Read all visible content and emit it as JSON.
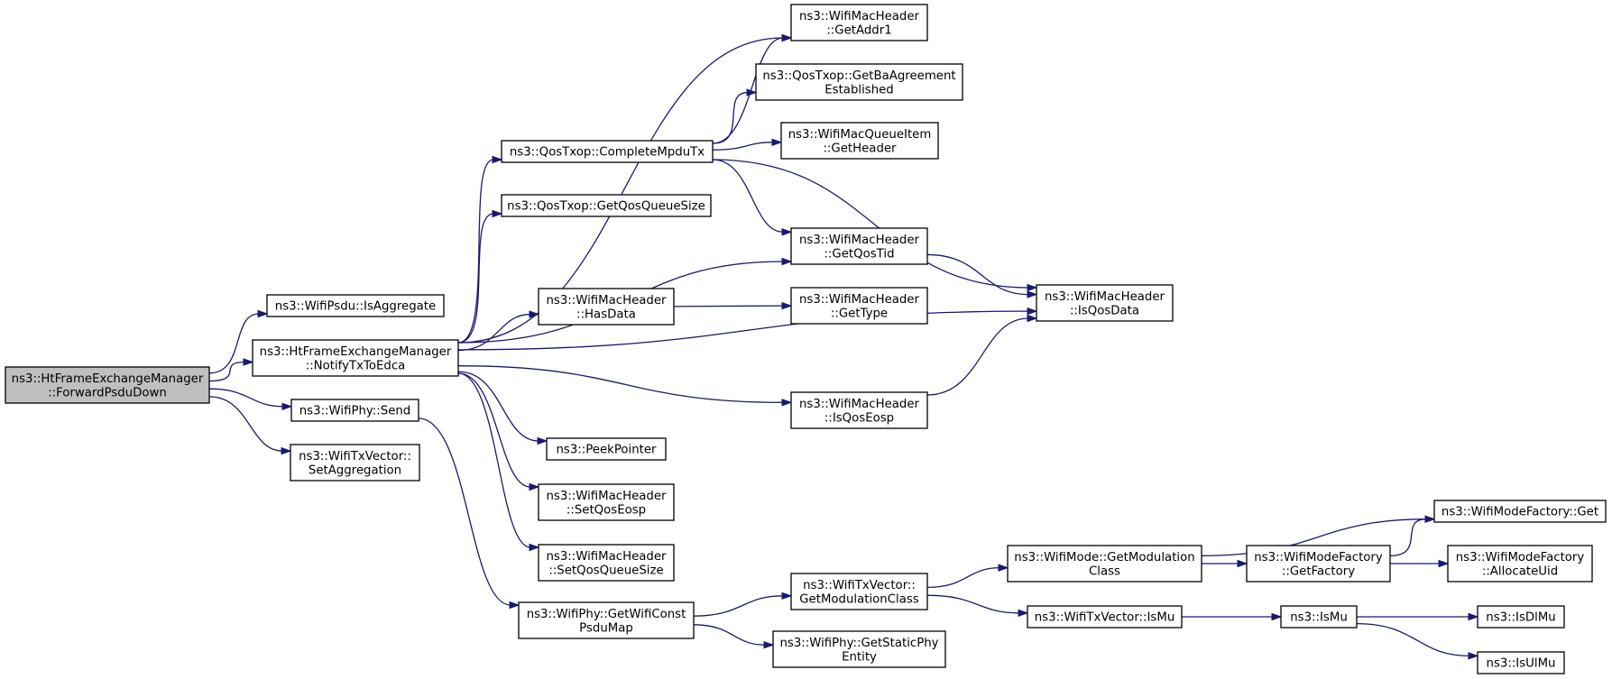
{
  "colors": {
    "edge": "#191970",
    "node_fill": "#ffffff",
    "root_fill": "#bfbfbf",
    "border": "#000000"
  },
  "nodes": [
    {
      "id": "forward",
      "lines": [
        "ns3::HtFrameExchangeManager",
        "::ForwardPsduDown"
      ],
      "root": true
    },
    {
      "id": "isagg",
      "lines": [
        "ns3::WifiPsdu::IsAggregate"
      ]
    },
    {
      "id": "notify",
      "lines": [
        "ns3::HtFrameExchangeManager",
        "::NotifyTxToEdca"
      ]
    },
    {
      "id": "send",
      "lines": [
        "ns3::WifiPhy::Send"
      ]
    },
    {
      "id": "setagg",
      "lines": [
        "ns3::WifiTxVector::",
        "SetAggregation"
      ]
    },
    {
      "id": "complete",
      "lines": [
        "ns3::QosTxop::CompleteMpduTx"
      ]
    },
    {
      "id": "getqsize",
      "lines": [
        "ns3::QosTxop::GetQosQueueSize"
      ]
    },
    {
      "id": "hasdata",
      "lines": [
        "ns3::WifiMacHeader",
        "::HasData"
      ]
    },
    {
      "id": "peek",
      "lines": [
        "ns3::PeekPointer"
      ]
    },
    {
      "id": "setqeosp",
      "lines": [
        "ns3::WifiMacHeader",
        "::SetQosEosp"
      ]
    },
    {
      "id": "setqqs",
      "lines": [
        "ns3::WifiMacHeader",
        "::SetQosQueueSize"
      ]
    },
    {
      "id": "getconst",
      "lines": [
        "ns3::WifiPhy::GetWifiConst",
        "PsduMap"
      ]
    },
    {
      "id": "addr1",
      "lines": [
        "ns3::WifiMacHeader",
        "::GetAddr1"
      ]
    },
    {
      "id": "getba",
      "lines": [
        "ns3::QosTxop::GetBaAgreement",
        "Established"
      ]
    },
    {
      "id": "getheader",
      "lines": [
        "ns3::WifiMacQueueItem",
        "::GetHeader"
      ]
    },
    {
      "id": "gettid",
      "lines": [
        "ns3::WifiMacHeader",
        "::GetQosTid"
      ]
    },
    {
      "id": "gettype",
      "lines": [
        "ns3::WifiMacHeader",
        "::GetType"
      ]
    },
    {
      "id": "isqeosp",
      "lines": [
        "ns3::WifiMacHeader",
        "::IsQosEosp"
      ]
    },
    {
      "id": "getmodcls",
      "lines": [
        "ns3::WifiTxVector::",
        "GetModulationClass"
      ]
    },
    {
      "id": "getstatic",
      "lines": [
        "ns3::WifiPhy::GetStaticPhy",
        "Entity"
      ]
    },
    {
      "id": "isqdata",
      "lines": [
        "ns3::WifiMacHeader",
        "::IsQosData"
      ]
    },
    {
      "id": "modecls",
      "lines": [
        "ns3::WifiMode::GetModulation",
        "Class"
      ]
    },
    {
      "id": "txismu",
      "lines": [
        "ns3::WifiTxVector::IsMu"
      ]
    },
    {
      "id": "getfactory",
      "lines": [
        "ns3::WifiModeFactory",
        "::GetFactory"
      ]
    },
    {
      "id": "ismu",
      "lines": [
        "ns3::IsMu"
      ]
    },
    {
      "id": "mfget",
      "lines": [
        "ns3::WifiModeFactory::Get"
      ]
    },
    {
      "id": "alloc",
      "lines": [
        "ns3::WifiModeFactory",
        "::AllocateUid"
      ]
    },
    {
      "id": "isdlmu",
      "lines": [
        "ns3::IsDlMu"
      ]
    },
    {
      "id": "isulmu",
      "lines": [
        "ns3::IsUlMu"
      ]
    }
  ],
  "edges": [
    [
      "forward",
      "isagg"
    ],
    [
      "forward",
      "notify"
    ],
    [
      "forward",
      "send"
    ],
    [
      "forward",
      "setagg"
    ],
    [
      "notify",
      "complete"
    ],
    [
      "notify",
      "addr1"
    ],
    [
      "notify",
      "getqsize"
    ],
    [
      "notify",
      "gettid"
    ],
    [
      "notify",
      "hasdata"
    ],
    [
      "notify",
      "isqdata"
    ],
    [
      "notify",
      "isqeosp"
    ],
    [
      "notify",
      "peek"
    ],
    [
      "notify",
      "setqeosp"
    ],
    [
      "notify",
      "setqqs"
    ],
    [
      "complete",
      "addr1"
    ],
    [
      "complete",
      "getba"
    ],
    [
      "complete",
      "getheader"
    ],
    [
      "complete",
      "gettid"
    ],
    [
      "complete",
      "isqdata"
    ],
    [
      "gettid",
      "isqdata"
    ],
    [
      "hasdata",
      "gettype"
    ],
    [
      "isqeosp",
      "isqdata"
    ],
    [
      "send",
      "getconst"
    ],
    [
      "getconst",
      "getmodcls"
    ],
    [
      "getconst",
      "getstatic"
    ],
    [
      "getmodcls",
      "modecls"
    ],
    [
      "getmodcls",
      "txismu"
    ],
    [
      "modecls",
      "mfget"
    ],
    [
      "modecls",
      "getfactory"
    ],
    [
      "getfactory",
      "mfget"
    ],
    [
      "getfactory",
      "alloc"
    ],
    [
      "txismu",
      "ismu"
    ],
    [
      "ismu",
      "isdlmu"
    ],
    [
      "ismu",
      "isulmu"
    ]
  ]
}
